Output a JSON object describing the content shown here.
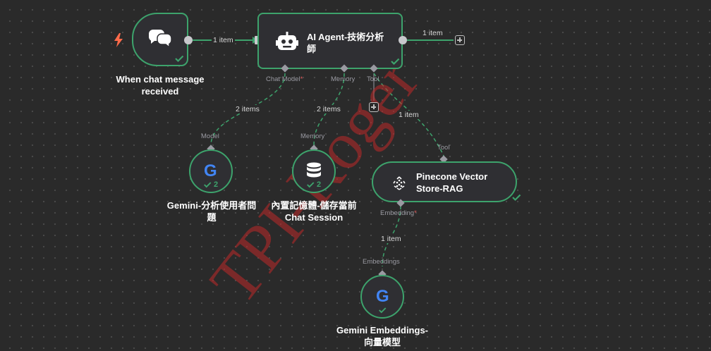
{
  "nodes": {
    "trigger": {
      "title": "When chat message received",
      "title_line1": "When chat message",
      "title_line2": "received"
    },
    "agent": {
      "title_line1": "AI Agent-技術分析",
      "title_line2": "師"
    },
    "gemini_model": {
      "title_line1": "Gemini-分析使用者問",
      "title_line2": "題",
      "badge": "2"
    },
    "memory": {
      "title_line1": "內置記憶體-儲存當前",
      "title_line2": "Chat Session",
      "badge": "2"
    },
    "pinecone": {
      "title_line1": "Pinecone Vector",
      "title_line2": "Store-RAG"
    },
    "embeddings": {
      "title_line1": "Gemini Embeddings-",
      "title_line2": "向量模型"
    }
  },
  "ports": {
    "chat_model": "Chat Model",
    "memory": "Memory",
    "tool": "Tool",
    "model": "Model",
    "memory_in": "Memory",
    "tool_in": "Tool",
    "embedding": "Embedding",
    "embeddings_in": "Embeddings",
    "required_mark": "*"
  },
  "edges": {
    "trigger_to_agent": "1 item",
    "agent_out": "1 item",
    "model": "2 items",
    "memory": "2 items",
    "tool": "1 item",
    "embedding": "1 item"
  },
  "watermark": "TPI-Roger",
  "colors": {
    "success": "#3da36c",
    "trigger_bolt": "#ff6b4a",
    "required": "#e05a5a"
  }
}
